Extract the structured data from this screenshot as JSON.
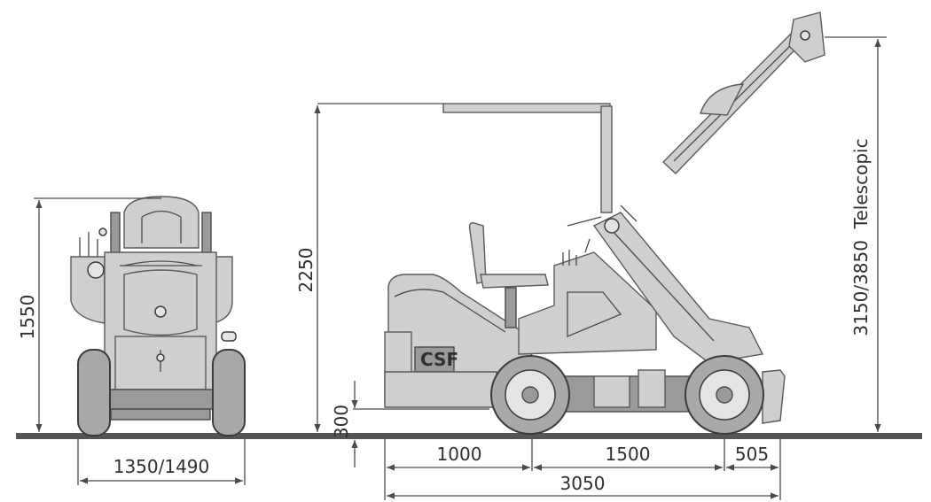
{
  "dimensions": {
    "front_height": "1550",
    "front_width": "1350/1490",
    "roof_height": "2250",
    "ground_clearance": "300",
    "front_overhang": "1000",
    "wheelbase": "1500",
    "rear_overhang": "505",
    "total_length": "3050",
    "telescopic_height": "3150/3850  Telescopic"
  },
  "brand": {
    "logo_text": "CSF"
  }
}
